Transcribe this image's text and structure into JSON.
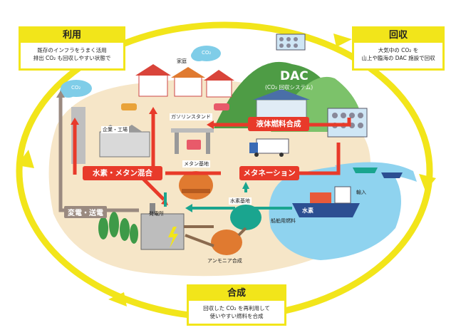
{
  "boxes": {
    "riyou": {
      "title": "利用",
      "line1": "既存のインフラをうまく活用",
      "line2": "排出 CO₂ も回収しやすい状態で"
    },
    "kaishu": {
      "title": "回収",
      "line1": "大気中の CO₂ を",
      "line2": "山上や臨海の DAC 施設で回収"
    },
    "gousei": {
      "title": "合成",
      "line1": "回収した CO₂ を再利用して",
      "line2": "使いやすい燃料を合成"
    }
  },
  "dac": {
    "title": "DAC",
    "subtitle": "(CO₂ 回収システム)"
  },
  "processes": {
    "liquid": "液体燃料合成",
    "methanation": "メタネーション",
    "mix": "水素・メタン混合"
  },
  "labels": {
    "home": "家庭",
    "gas_station": "ガソリンスタンド",
    "company": "企業・工場",
    "methane_base": "メタン基地",
    "hydrogen_base": "水素基地",
    "power_plant": "発電所",
    "ammonia": "アンモニア合成",
    "transmission": "変電・送電",
    "import": "輸入",
    "hydrogen_ship": "水素",
    "ship_fuel": "船舶用燃料",
    "co2_a": "CO₂",
    "co2_b": "CO₂"
  },
  "colors": {
    "yellow": "#f2e51a",
    "red": "#e83a2a",
    "teal": "#1aa58f",
    "brown": "#8a6a4e",
    "ground": "#f6e6c8",
    "sea": "#8fd3ef",
    "hill": "#5cae52"
  }
}
